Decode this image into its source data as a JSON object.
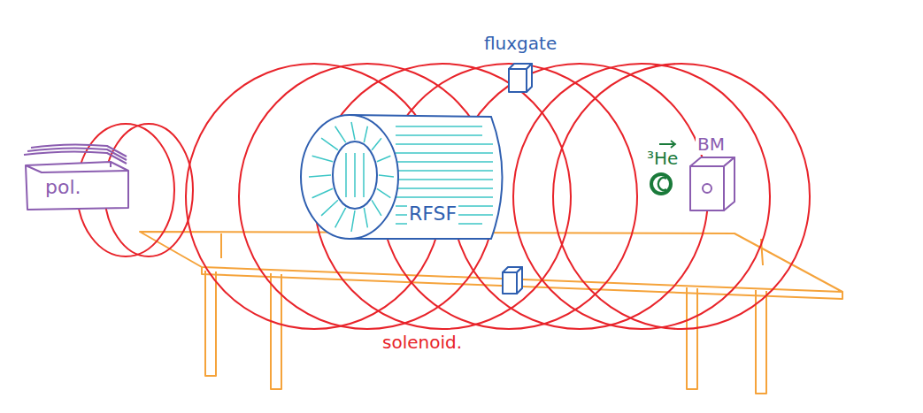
{
  "diagram": {
    "nodes": [
      {
        "text": [
          "pol."
        ]
      },
      {
        "text": [
          "fluxgate"
        ]
      },
      {
        "text": [
          "RFSF"
        ]
      },
      {
        "text": [
          "³He"
        ]
      },
      {
        "text": [
          "BM"
        ]
      }
    ],
    "labels": [
      "solenoid."
    ]
  }
}
